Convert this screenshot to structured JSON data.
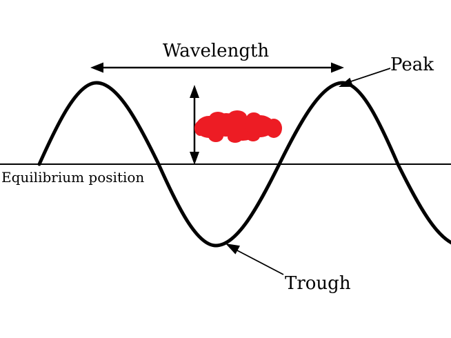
{
  "diagram": {
    "title_implicit": "Transverse wave diagram",
    "labels": {
      "wavelength": "Wavelength",
      "peak": "Peak",
      "trough": "Trough",
      "equilibrium": "Equilibrium position"
    },
    "colors": {
      "line": "#000000",
      "scribble": "#ed1c24",
      "background": "#ffffff"
    }
  }
}
